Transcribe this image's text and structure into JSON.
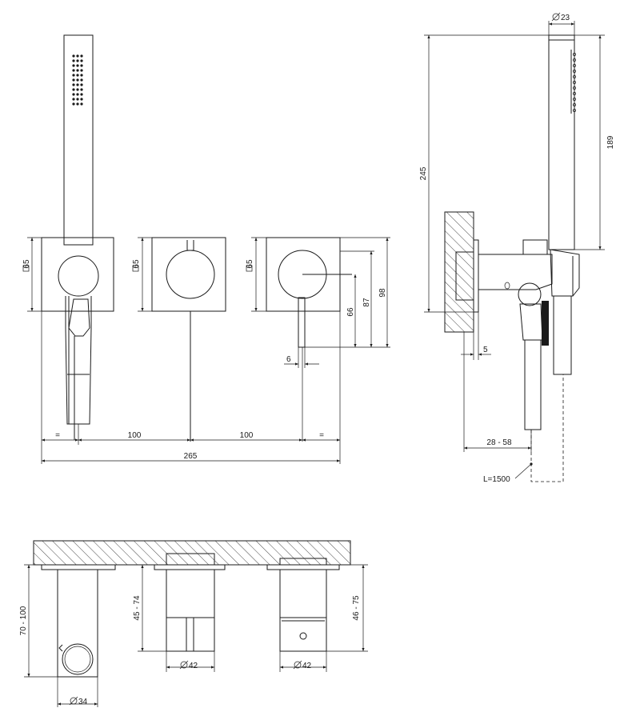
{
  "dimensions": {
    "d23": "23",
    "h245": "245",
    "h189": "189",
    "sq65_a": "65",
    "sq65_b": "65",
    "sq65_c": "65",
    "h66": "66",
    "h87": "87",
    "h98": "98",
    "w6": "6",
    "w5": "5",
    "eq_left": "=",
    "eq_right": "=",
    "w100_a": "100",
    "w100_b": "100",
    "w265": "265",
    "w28_58": "28 - 58",
    "hose_length": "L=1500",
    "h70_100": "70 - 100",
    "h45_74": "45 - 74",
    "h46_75": "46 - 75",
    "d42_a": "42",
    "d42_b": "42",
    "d34": "34"
  },
  "symbols": {
    "diameter": "diameter-symbol",
    "square": "square-symbol"
  },
  "colors": {
    "line": "#1a1a1a",
    "background": "#ffffff"
  }
}
